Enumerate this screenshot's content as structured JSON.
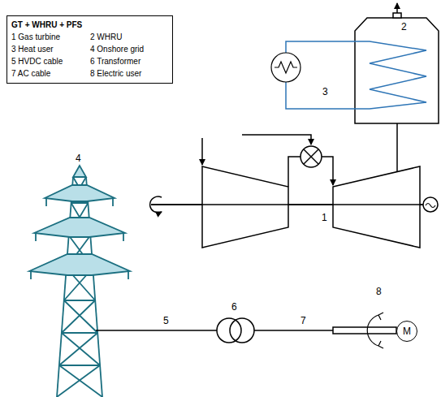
{
  "diagram": {
    "nodes": [
      {
        "text": [
          "GT + WHRU + PFS",
          "1 Gas turbine",
          "2 WHRU",
          "3 Heat user",
          "4 Onshore grid",
          "5 HVDC cable",
          "6 Transformer",
          "7 AC cable",
          "8 Electric user"
        ]
      },
      {
        "text": [
          "M"
        ]
      }
    ],
    "edges": [],
    "labels": [
      "2",
      "3",
      "1",
      "4",
      "5",
      "6",
      "7",
      "8"
    ]
  }
}
